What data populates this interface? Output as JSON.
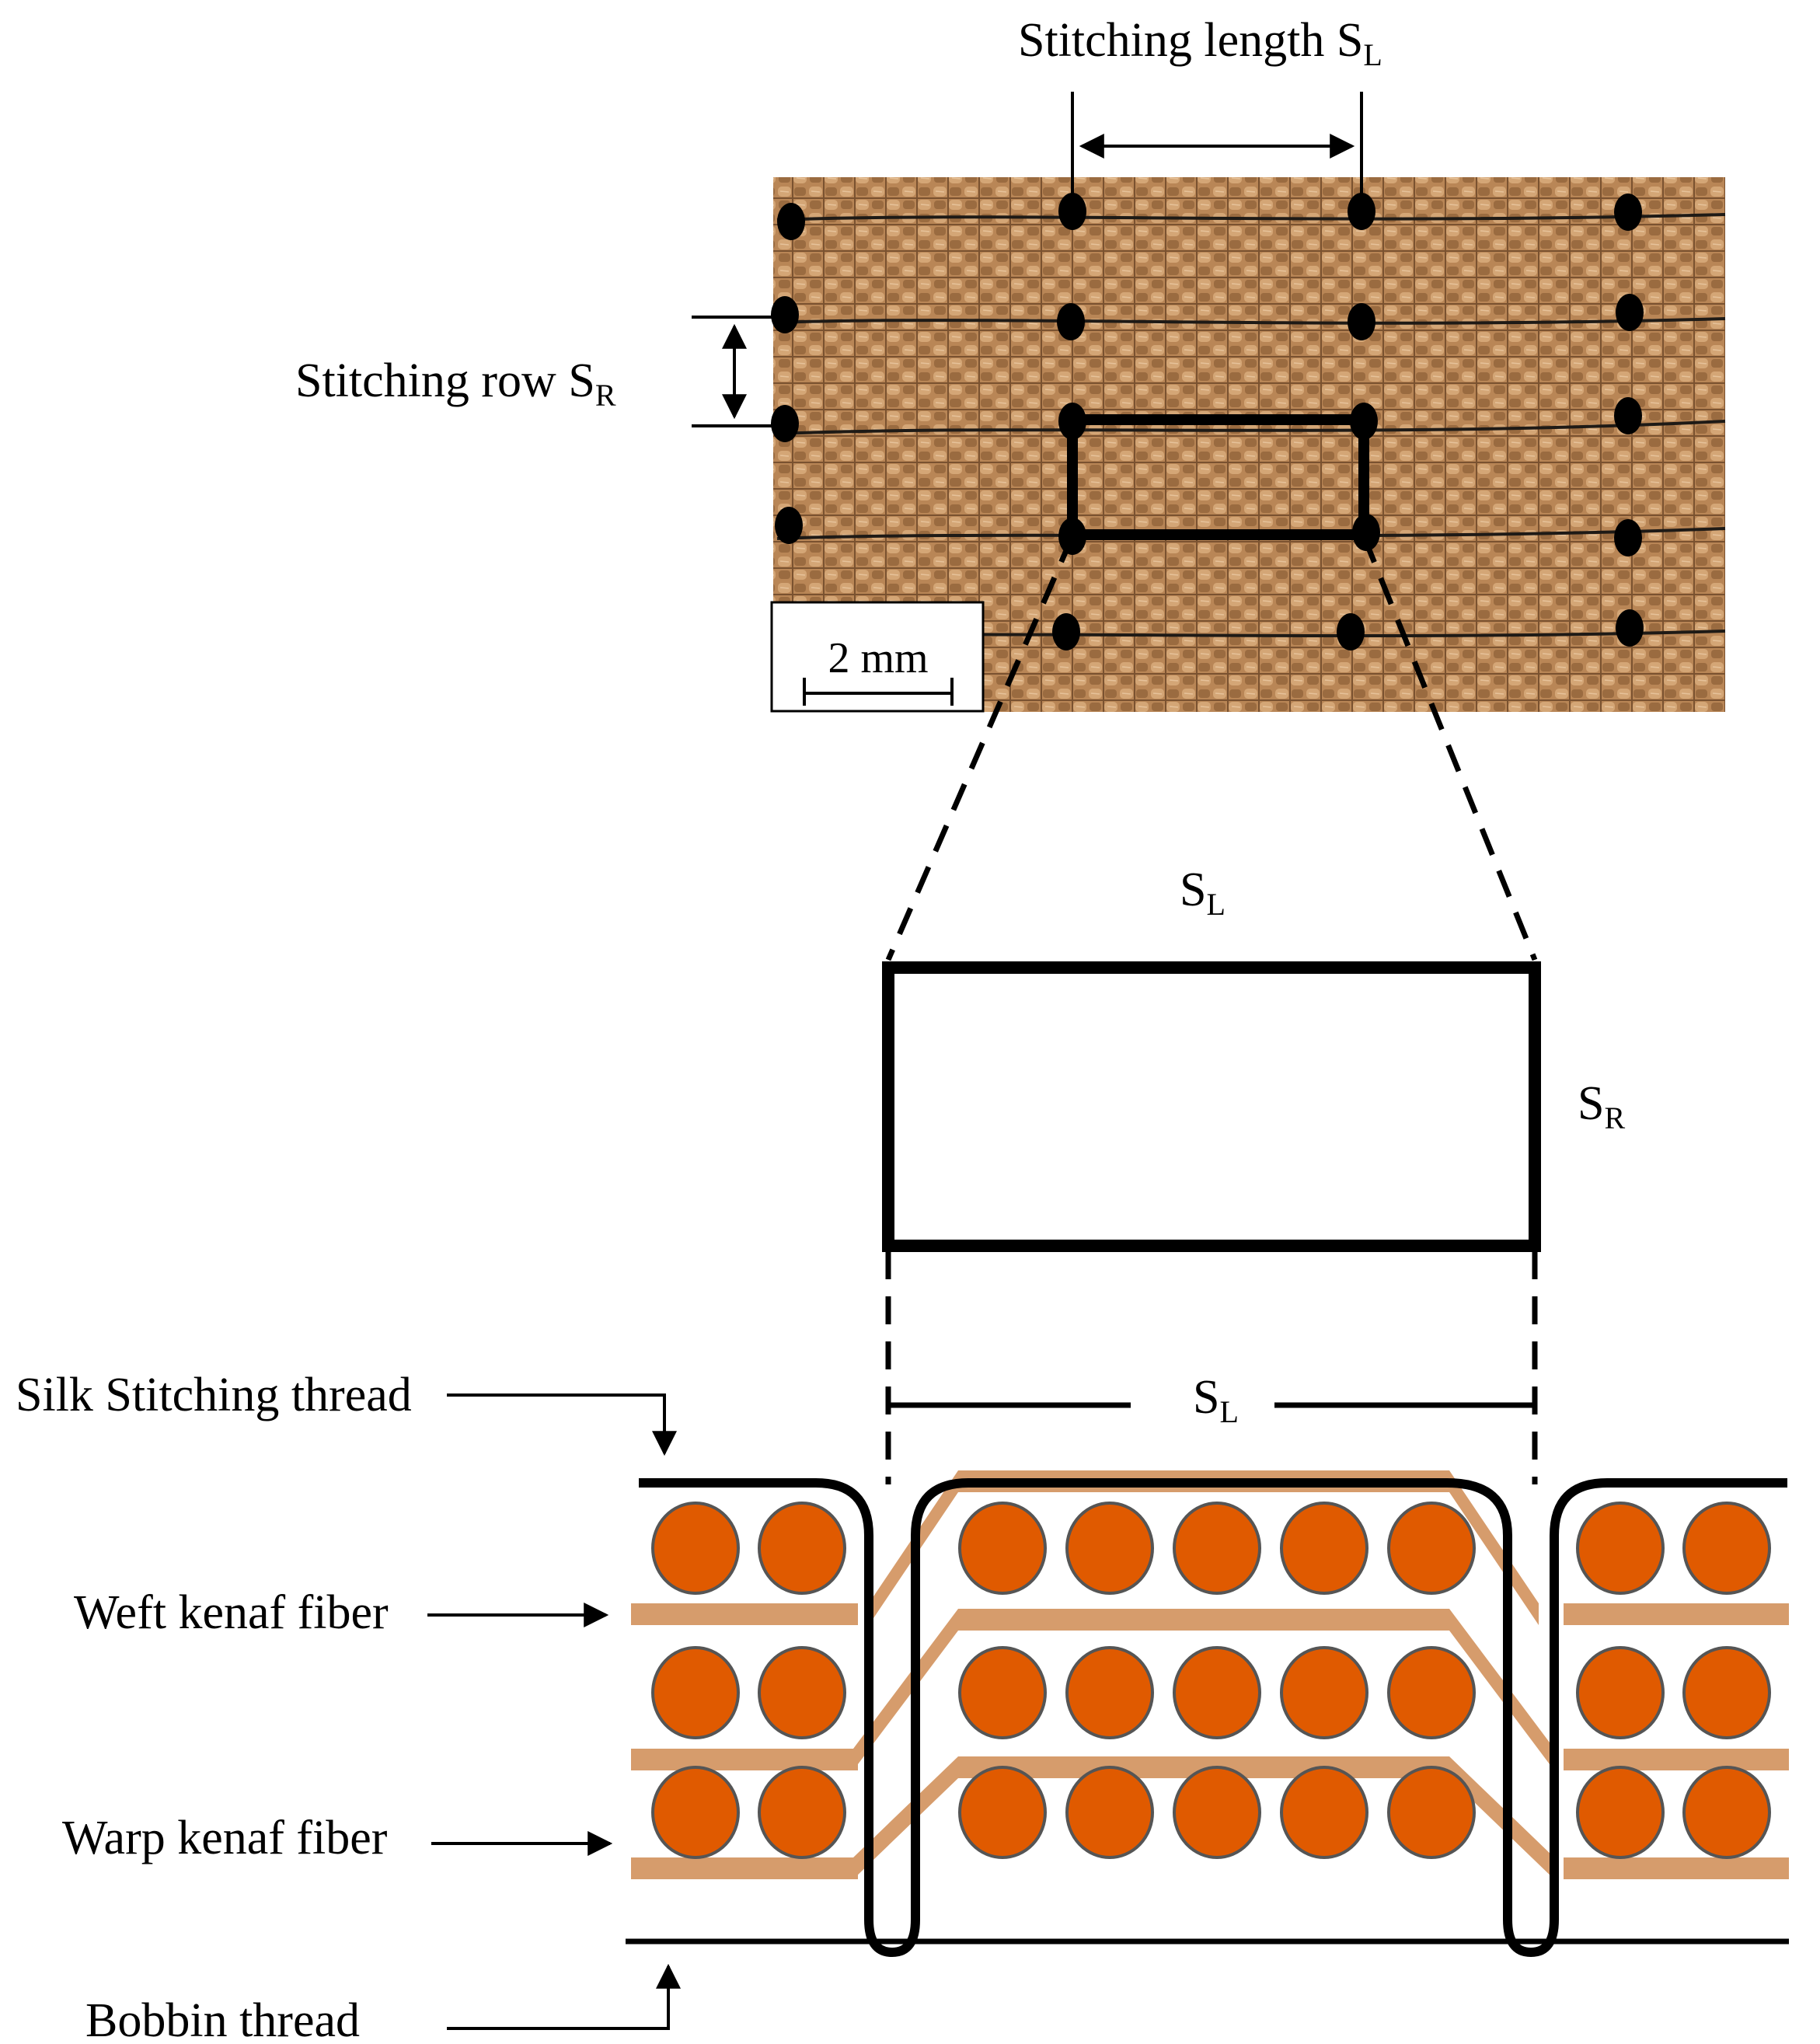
{
  "figure": {
    "photo_annotations": {
      "stitching_length": {
        "text": "Stitching length S",
        "sub": "L"
      },
      "stitching_row": {
        "text": "Stitching row S",
        "sub": "R"
      },
      "scale_bar": "2 mm"
    },
    "zoom_labels": {
      "top_sl": {
        "text": "S",
        "sub": "L"
      },
      "side_sr": {
        "text": "S",
        "sub": "R"
      },
      "bottom_sl": {
        "text": "S",
        "sub": "L"
      }
    },
    "cross_section_labels": {
      "silk_thread": "Silk Stitching thread",
      "weft": "Weft kenaf fiber",
      "warp": "Warp kenaf fiber",
      "bobbin": "Bobbin thread"
    }
  },
  "colors": {
    "fabric": "#b98656",
    "fabric_light": "#d4a676",
    "fabric_dark": "#8a5e36",
    "fiber_fill": "#e05a00",
    "fiber_stroke": "#555555",
    "weft_band": "#d69c6c",
    "ink": "#000000"
  }
}
